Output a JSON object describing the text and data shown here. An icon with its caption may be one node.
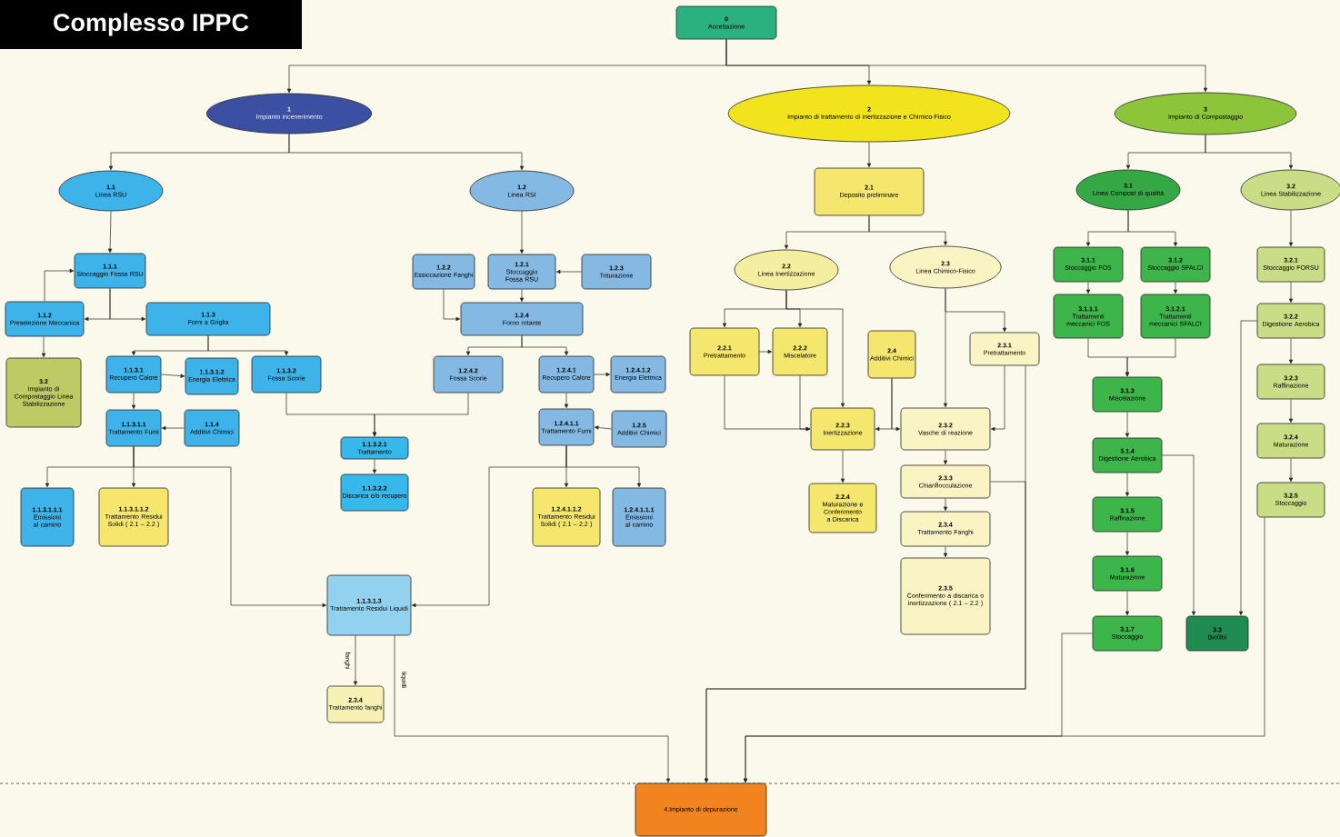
{
  "diagram": {
    "title": "Complesso IPPC",
    "nodes": [
      {
        "text": [
          "0",
          "Accettazione"
        ]
      },
      {
        "text": [
          "1",
          "Impianto incenerimento"
        ]
      },
      {
        "text": [
          "2",
          "Impianto di trattamento di inertizzazione e Chimico-Fisico"
        ]
      },
      {
        "text": [
          "3",
          "Impianto di Compostaggio"
        ]
      },
      {
        "text": [
          "1.1",
          "Linea RSU"
        ]
      },
      {
        "text": [
          "1.2",
          "Linea RSI"
        ]
      },
      {
        "text": [
          "1.1.1",
          "Stoccaggio Fossa RSU"
        ]
      },
      {
        "text": [
          "1.1.2",
          "Preselezione Meccanica"
        ]
      },
      {
        "text": [
          "1.1.3",
          "Forni a Griglia"
        ]
      },
      {
        "text": [
          "3.2",
          "Impianto di Compostaggio Linea Stabilizzazione"
        ]
      },
      {
        "text": [
          "1.1.3.1",
          "Recupero Calore"
        ]
      },
      {
        "text": [
          "1.1.3.1.2",
          "Energia Elettrica"
        ]
      },
      {
        "text": [
          "1.1.3.2",
          "Fossa Scorie"
        ]
      },
      {
        "text": [
          "1.1.3.1.1",
          "Trattamento Fumi"
        ]
      },
      {
        "text": [
          "1.1.4",
          "Additivi Chimici"
        ]
      },
      {
        "text": [
          "1.1.3.1.1.1",
          "Emissioni al camino"
        ]
      },
      {
        "text": [
          "1.1.3.1.1.2",
          "Trattamento Residui Solidi ( 2.1 – 2.2 )"
        ]
      },
      {
        "text": [
          "1.2.2",
          "Essiccazione Fanghi"
        ]
      },
      {
        "text": [
          "1.2.1",
          "Stoccaggio Fossa RSU"
        ]
      },
      {
        "text": [
          "1.2.3",
          "Triturazione"
        ]
      },
      {
        "text": [
          "1.2.4",
          "Forno rotante"
        ]
      },
      {
        "text": [
          "1.2.4.2",
          "Fossa Scorie"
        ]
      },
      {
        "text": [
          "1.2.4.1",
          "Recupero Calore"
        ]
      },
      {
        "text": [
          "1.2.4.1.2",
          "Energia Elettrica"
        ]
      },
      {
        "text": [
          "1.1.3.2.1",
          "Trattamento"
        ]
      },
      {
        "text": [
          "1.1.3.2.2",
          "Discarica e/o recupero"
        ]
      },
      {
        "text": [
          "1.2.4.1.1",
          "Trattamento Fumi"
        ]
      },
      {
        "text": [
          "1.2.5",
          "Additivi Chimici"
        ]
      },
      {
        "text": [
          "1.2.4.1.1.2",
          "Trattamento Residui Solidi ( 2.1 – 2.2 )"
        ]
      },
      {
        "text": [
          "1.2.4.1.1.1",
          "Emissioni al camino"
        ]
      },
      {
        "text": [
          "1.1.3.1.3",
          "Trattamento Residui Liquidi"
        ]
      },
      {
        "text": [
          "2.3.4",
          "Trattamento fanghi"
        ]
      },
      {
        "text": [
          "2.1",
          "Deposito preliminare"
        ]
      },
      {
        "text": [
          "2.2",
          "Linea Inertizzazione"
        ]
      },
      {
        "text": [
          "2.3",
          "Linea Chimico-Fisico"
        ]
      },
      {
        "text": [
          "2.2.1",
          "Pretrattamento"
        ]
      },
      {
        "text": [
          "2.2.2",
          "Miscelatore"
        ]
      },
      {
        "text": [
          "2.4",
          "Additivi Chimici"
        ]
      },
      {
        "text": [
          "2.3.1",
          "Pretrattamento"
        ]
      },
      {
        "text": [
          "2.2.3",
          "Inertizzazione"
        ]
      },
      {
        "text": [
          "2.3.2",
          "Vasche di reazione"
        ]
      },
      {
        "text": [
          "2.2.4",
          "Maturazione e Conferimento a Discarica"
        ]
      },
      {
        "text": [
          "2.3.3",
          "Chiariflocculazione"
        ]
      },
      {
        "text": [
          "2.3.4",
          "Trattamento Fanghi"
        ]
      },
      {
        "text": [
          "2.3.5",
          "Conferimento a discarica o inertizzazione ( 2.1 – 2.2 )"
        ]
      },
      {
        "text": [
          "3.1",
          "Linea Compost di qualità"
        ]
      },
      {
        "text": [
          "3.2",
          "Linea Stabilizzazione"
        ]
      },
      {
        "text": [
          "3.1.1",
          "Stoccaggio FOS"
        ]
      },
      {
        "text": [
          "3.1.2",
          "Stoccaggio SFALCI"
        ]
      },
      {
        "text": [
          "3.1.1.1",
          "Trattamenti meccanici FOS"
        ]
      },
      {
        "text": [
          "3.1.2.1",
          "Trattamenti meccanici SFALCI"
        ]
      },
      {
        "text": [
          "3.1.3",
          "Miscelazione"
        ]
      },
      {
        "text": [
          "3.1.4",
          "Digestione Aerobica"
        ]
      },
      {
        "text": [
          "3.1.5",
          "Raffinazione"
        ]
      },
      {
        "text": [
          "3.1.6",
          "Maturazione"
        ]
      },
      {
        "text": [
          "3.1.7",
          "Stoccaggio"
        ]
      },
      {
        "text": [
          "3.3",
          "Biofiltri"
        ]
      },
      {
        "text": [
          "3.2.1",
          "Stoccaggio FORSU"
        ]
      },
      {
        "text": [
          "3.2.2",
          "Digestione Aerobica"
        ]
      },
      {
        "text": [
          "3.2.3",
          "Raffinazione"
        ]
      },
      {
        "text": [
          "3.2.4",
          "Maturazione"
        ]
      },
      {
        "text": [
          "3.2.5",
          "Stoccaggio"
        ]
      },
      {
        "text": [
          "4.Impianto di depurazione"
        ]
      }
    ],
    "edges": [
      {
        "from": 0,
        "to": 1,
        "arrow": "to"
      },
      {
        "from": 0,
        "to": 2,
        "arrow": "to"
      },
      {
        "from": 0,
        "to": 3,
        "arrow": "to"
      },
      {
        "from": 1,
        "to": 4,
        "arrow": "to"
      },
      {
        "from": 1,
        "to": 5,
        "arrow": "to"
      },
      {
        "from": 4,
        "to": 6,
        "arrow": "to"
      },
      {
        "from": 6,
        "to": 7,
        "arrow": "to"
      },
      {
        "from": 6,
        "to": 8,
        "arrow": "to"
      },
      {
        "from": 7,
        "to": 6,
        "arrow": "to"
      },
      {
        "from": 7,
        "to": 9,
        "arrow": "to"
      },
      {
        "from": 8,
        "to": 10,
        "arrow": "to"
      },
      {
        "from": 8,
        "to": 12,
        "arrow": "to"
      },
      {
        "from": 10,
        "to": 11,
        "arrow": "to"
      },
      {
        "from": 10,
        "to": 13,
        "arrow": "to"
      },
      {
        "from": 14,
        "to": 13,
        "arrow": "to"
      },
      {
        "from": 13,
        "to": 15,
        "arrow": "to"
      },
      {
        "from": 13,
        "to": 16,
        "arrow": "to"
      },
      {
        "from": 13,
        "to": 30,
        "arrow": "to"
      },
      {
        "from": 12,
        "to": 24,
        "arrow": "to"
      },
      {
        "from": 21,
        "to": 24,
        "arrow": "to"
      },
      {
        "from": 24,
        "to": 25,
        "arrow": "to"
      },
      {
        "from": 5,
        "to": 18,
        "arrow": "to"
      },
      {
        "from": 19,
        "to": 18,
        "arrow": "to"
      },
      {
        "from": 17,
        "to": 20,
        "arrow": "to"
      },
      {
        "from": 18,
        "to": 20,
        "arrow": "to"
      },
      {
        "from": 20,
        "to": 21,
        "arrow": "to"
      },
      {
        "from": 20,
        "to": 22,
        "arrow": "to"
      },
      {
        "from": 22,
        "to": 23,
        "arrow": "to"
      },
      {
        "from": 22,
        "to": 26,
        "arrow": "to"
      },
      {
        "from": 27,
        "to": 26,
        "arrow": "to"
      },
      {
        "from": 26,
        "to": 28,
        "arrow": "to"
      },
      {
        "from": 26,
        "to": 29,
        "arrow": "to"
      },
      {
        "from": 26,
        "to": 30,
        "arrow": "to"
      },
      {
        "from": 30,
        "to": 31,
        "arrow": "to",
        "label": "fanghi"
      },
      {
        "from": 30,
        "to": 62,
        "arrow": "to",
        "label": "liquidi"
      },
      {
        "from": 2,
        "to": 32,
        "arrow": "to"
      },
      {
        "from": 32,
        "to": 33,
        "arrow": "to"
      },
      {
        "from": 32,
        "to": 34,
        "arrow": "to"
      },
      {
        "from": 33,
        "to": 35,
        "arrow": "to"
      },
      {
        "from": 33,
        "to": 36,
        "arrow": "to"
      },
      {
        "from": 33,
        "to": 39,
        "arrow": "to"
      },
      {
        "from": 35,
        "to": 36,
        "arrow": "to"
      },
      {
        "from": 35,
        "to": 39,
        "arrow": "to"
      },
      {
        "from": 36,
        "to": 39,
        "arrow": "to"
      },
      {
        "from": 37,
        "to": 39,
        "arrow": "to"
      },
      {
        "from": 37,
        "to": 40,
        "arrow": "to"
      },
      {
        "from": 34,
        "to": 40,
        "arrow": "to"
      },
      {
        "from": 34,
        "to": 38,
        "arrow": "to"
      },
      {
        "from": 38,
        "to": 40,
        "arrow": "to"
      },
      {
        "from": 38,
        "to": 62,
        "arrow": "to"
      },
      {
        "from": 42,
        "to": 62,
        "arrow": "to"
      },
      {
        "from": 39,
        "to": 41,
        "arrow": "to"
      },
      {
        "from": 40,
        "to": 42,
        "arrow": "to"
      },
      {
        "from": 42,
        "to": 43,
        "arrow": "to"
      },
      {
        "from": 43,
        "to": 44,
        "arrow": "to"
      },
      {
        "from": 3,
        "to": 45,
        "arrow": "to"
      },
      {
        "from": 3,
        "to": 46,
        "arrow": "to"
      },
      {
        "from": 45,
        "to": 47,
        "arrow": "to"
      },
      {
        "from": 45,
        "to": 48,
        "arrow": "to"
      },
      {
        "from": 47,
        "to": 49,
        "arrow": "to"
      },
      {
        "from": 48,
        "to": 50,
        "arrow": "to"
      },
      {
        "from": 49,
        "to": 51,
        "arrow": "to"
      },
      {
        "from": 50,
        "to": 51,
        "arrow": "to"
      },
      {
        "from": 51,
        "to": 52,
        "arrow": "to"
      },
      {
        "from": 52,
        "to": 53,
        "arrow": "to"
      },
      {
        "from": 53,
        "to": 54,
        "arrow": "to"
      },
      {
        "from": 54,
        "to": 55,
        "arrow": "to"
      },
      {
        "from": 52,
        "to": 56,
        "arrow": "to"
      },
      {
        "from": 58,
        "to": 56,
        "arrow": "to"
      },
      {
        "from": 46,
        "to": 57,
        "arrow": "to"
      },
      {
        "from": 57,
        "to": 58,
        "arrow": "to"
      },
      {
        "from": 58,
        "to": 59,
        "arrow": "to"
      },
      {
        "from": 59,
        "to": 60,
        "arrow": "to"
      },
      {
        "from": 60,
        "to": 61,
        "arrow": "to"
      },
      {
        "from": 55,
        "to": 62,
        "arrow": "to"
      },
      {
        "from": 61,
        "to": 62,
        "arrow": "to"
      }
    ]
  }
}
